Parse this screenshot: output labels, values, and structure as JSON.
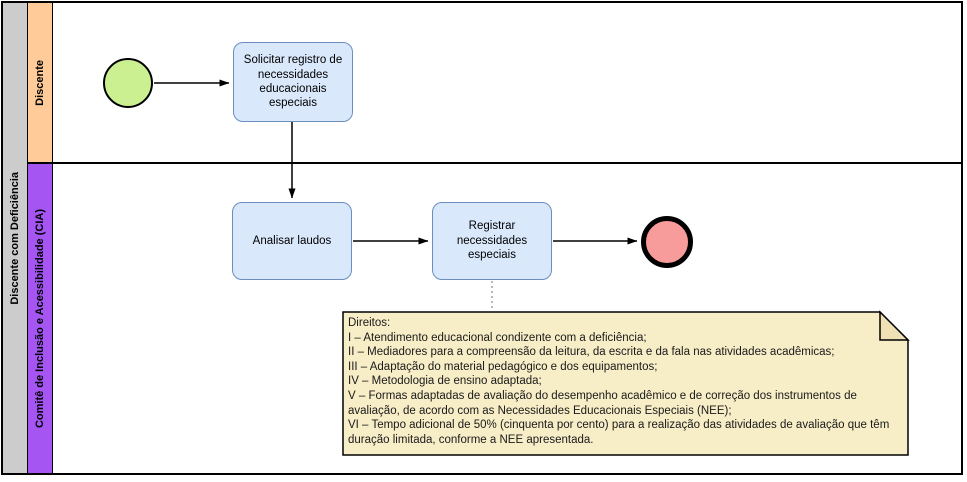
{
  "pool": {
    "title": "Discente com Deficiência",
    "lanes": [
      {
        "title": "Discente"
      },
      {
        "title": "Comitê de Inclusão e Acessibilidade (CIA)"
      }
    ]
  },
  "tasks": [
    {
      "label": "Solicitar registro de necessidades educacionais especiais"
    },
    {
      "label": "Analisar laudos"
    },
    {
      "label": "Registrar necessidades especiais"
    }
  ],
  "events": [
    {
      "name": "start-event",
      "type": "start"
    },
    {
      "name": "end-event",
      "type": "end"
    }
  ],
  "note": {
    "items": [
      "Direitos:",
      "I – Atendimento educacional condizente com a deficiência;",
      "II – Mediadores para a compreensão da leitura, da escrita e da fala nas atividades acadêmicas;",
      "III – Adaptação do material pedagógico e dos equipamentos;",
      "IV – Metodologia de ensino adaptada;",
      "V – Formas adaptadas de avaliação do desempenho acadêmico e de correção dos instrumentos de avaliação, de acordo com as Necessidades Educacionais Especiais (NEE);",
      "VI – Tempo adicional de 50% (cinquenta por cento) para a realização das atividades de avaliação que têm duração limitada, conforme a NEE apresentada."
    ]
  },
  "colors": {
    "pool_label_bg": "#cccccc",
    "lane_discente_bg": "#ffcc99",
    "lane_cia_bg": "#a455f2",
    "task_fill": "#dae8fc",
    "task_border": "#6c8ebf",
    "start_event_fill": "#cbf091",
    "end_event_fill": "#f89b9b",
    "note_fill": "#f7edc7",
    "note_fold_fill": "#f0e1b4"
  }
}
